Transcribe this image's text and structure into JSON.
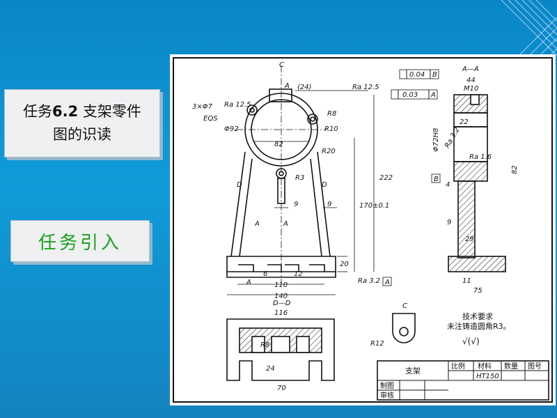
{
  "slide": {
    "title_prefix": "任务",
    "title_number": "6.2",
    "title_suffix": " 支架零件",
    "title_line2": "图的识读",
    "intro_label": "任务引入"
  },
  "drawing": {
    "view_aa_label": "A—A",
    "view_dd_label": "D—D",
    "dims_main": {
      "d24": "(24)",
      "ra125": "Ra 12.5",
      "holes": "3×Φ7",
      "ra125b": "Ra 12.5",
      "eqs": "EQS",
      "d92": "Φ92",
      "r8": "R8",
      "r10": "R10",
      "d82": "82",
      "r20": "R20",
      "r3": "R3",
      "d9a": "9",
      "d9b": "9",
      "d222": "222",
      "d170": "170±0.1",
      "d20": "20",
      "d6": "6",
      "d12": "12",
      "d110": "110",
      "d140": "140",
      "ra32": "Ra 3.2",
      "datumA": "A",
      "secA": "A",
      "secA2": "A",
      "secA3": "A",
      "secA4": "A",
      "secC": "C",
      "secD": "D",
      "secD2": "D"
    },
    "dims_side": {
      "tol1": "0.04",
      "tol1_ref": "B",
      "tol2": "0.03",
      "tol2_ref": "A",
      "d44": "44",
      "m10": "M10",
      "d22": "22",
      "d72": "Φ72H8",
      "ra32": "Ra 3.2",
      "ra16": "Ra 1.6",
      "d82": "82",
      "datumB": "B",
      "d4": "4",
      "d9": "9",
      "d29": "29",
      "d11": "11",
      "d75": "75"
    },
    "dims_dd": {
      "d116": "116",
      "r8": "R8",
      "d24": "24",
      "d70": "70"
    },
    "dims_c": {
      "c": "C",
      "r12": "R12"
    },
    "notes": {
      "title": "技术要求",
      "line1": "未注铸造圆角R3。",
      "rough": "√(√)"
    },
    "title_block": {
      "part_name": "支架",
      "scale_hdr": "比例",
      "material_hdr": "材料",
      "qty_hdr": "数量",
      "drawing_no_hdr": "图号",
      "material": "HT150",
      "drawn": "制图",
      "checked": "审核"
    }
  },
  "colors": {
    "background": "#0f9bd9",
    "intro_text": "#1aa11a",
    "panel": "#eef0f2"
  }
}
